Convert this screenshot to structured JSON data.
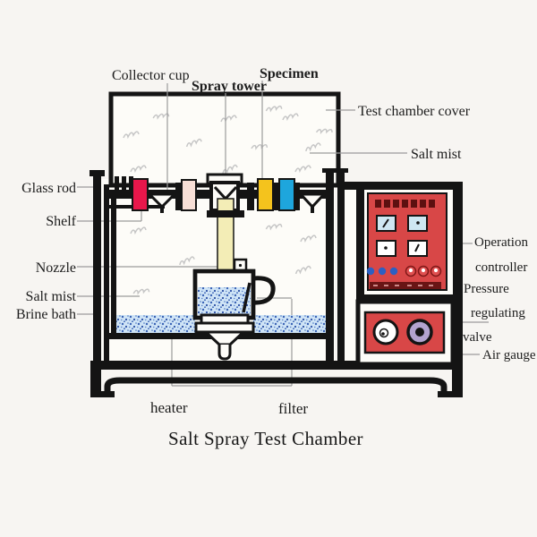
{
  "title": "Salt Spray Test Chamber",
  "labels": {
    "collector_cup": "Collector cup",
    "spray_tower": "Spray tower",
    "specimen": "Specimen",
    "test_chamber_cover": "Test chamber cover",
    "salt_mist_right": "Salt mist",
    "glass_rod": "Glass rod",
    "shelf": "Shelf",
    "nozzle": "Nozzle",
    "salt_mist_left": "Salt mist",
    "brine_bath": "Brine bath",
    "operation_controller_line1": "Operation",
    "operation_controller_line2": "controller",
    "pressure_valve_line1": "Pressure",
    "pressure_valve_line2": "regulating",
    "pressure_valve_line3": "valve",
    "air_gauge": "Air gauge",
    "heater": "heater",
    "filter": "filter"
  },
  "colors": {
    "background": "#f7f5f2",
    "line": "#141414",
    "leader": "#9b9b9b",
    "mist": "#c6c6c6",
    "chamber_fill": "#fdfcf8",
    "spray_tower_label": "#2a1fb0",
    "specimen_label": "#ef8cca",
    "red_specimen": "#e8174b",
    "pink_specimen": "#f8dfd6",
    "yellow_specimen": "#f4c31d",
    "cyan_specimen": "#1ea6dd",
    "column_yellow": "#f3edb6",
    "brine_base": "#cfe4f6",
    "brine_dot": "#3a63b5",
    "panel_red": "#d84747",
    "panel_dark_red": "#5d1010",
    "gauge_blue": "#cfe7f2",
    "button_blue": "#2d5fc2",
    "button_red": "#e05050",
    "lavender": "#b3a3cf"
  }
}
